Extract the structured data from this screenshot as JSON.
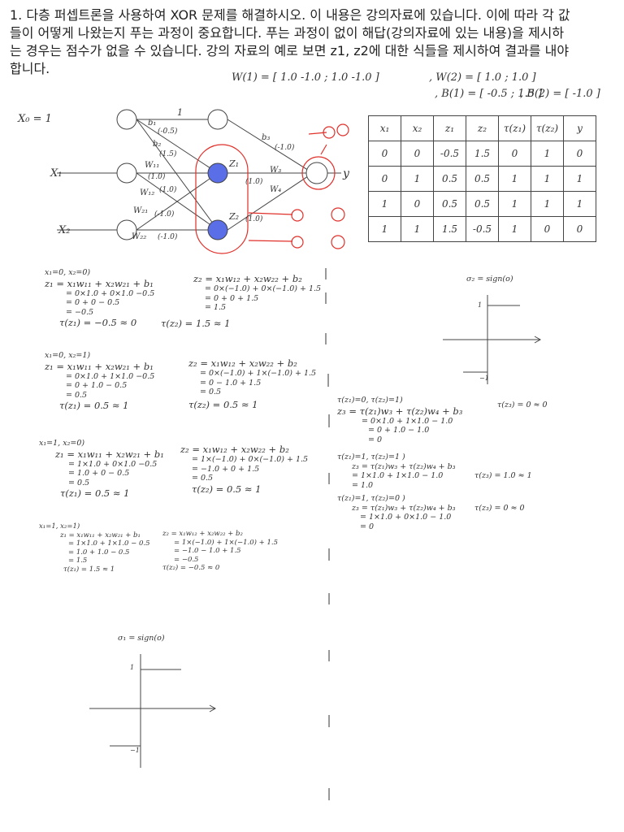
{
  "question": {
    "lines": [
      "1. 다층 퍼셉트론을 사용하여 XOR 문제를 해결하시오. 이 내용은 강의자료에 있습니다. 이에 따라 각 값",
      "들이 어떻게 나왔는지 푸는 과정이 중요합니다. 푸는 과정이 없이 해답(강의자료에 있는 내용)을 제시하",
      "는 경우는 점수가 없을 수 있습니다. 강의 자료의 예로 보면 z1, z2에 대한 식들을 제시하여 결과를 내야",
      "합니다."
    ]
  },
  "matrices": {
    "w1": "W(1) = [ 1.0  -1.0 ; 1.0  -1.0 ]",
    "w2": ", W(2) = [ 1.0 ; 1.0 ]",
    "b1": ", B(1) = [ -0.5 ; 1.5 ]",
    "b2": ", B(2) = [ -1.0 ]"
  },
  "network": {
    "inputs": [
      "X₀ = 1",
      "X₁",
      "X₂"
    ],
    "hidden": [
      "Z₁",
      "Z₂"
    ],
    "output": "y",
    "bias_hidden_label": "1",
    "weights": [
      {
        "name": "b1",
        "label": "b₁",
        "value": "(-0.5)"
      },
      {
        "name": "b2",
        "label": "b₂",
        "value": "(1.5)"
      },
      {
        "name": "w11",
        "label": "W₁₁",
        "value": "(1.0)"
      },
      {
        "name": "w12",
        "label": "W₁₂",
        "value": "(1.0)"
      },
      {
        "name": "w21",
        "label": "W₂₁",
        "value": "(-1.0)"
      },
      {
        "name": "w22",
        "label": "W₂₂",
        "value": "(-1.0)"
      },
      {
        "name": "b3",
        "label": "b₃",
        "value": "(-1.0)"
      },
      {
        "name": "w3",
        "label": "W₃",
        "value": "(1.0)"
      },
      {
        "name": "w4",
        "label": "W₄",
        "value": "(1.0)"
      }
    ]
  },
  "colors": {
    "red_ink": "#e0302a",
    "hidden_node": "#5a6ee8",
    "line": "#444444"
  },
  "truth_table": {
    "headers": [
      "x₁",
      "x₂",
      "z₁",
      "z₂",
      "τ(z₁)",
      "τ(z₂)",
      "y"
    ],
    "rows": [
      [
        "0",
        "0",
        "-0.5",
        "1.5",
        "0",
        "1",
        "0"
      ],
      [
        "0",
        "1",
        "0.5",
        "0.5",
        "1",
        "1",
        "1"
      ],
      [
        "1",
        "0",
        "0.5",
        "0.5",
        "1",
        "1",
        "1"
      ],
      [
        "1",
        "1",
        "1.5",
        "-0.5",
        "1",
        "0",
        "0"
      ]
    ]
  },
  "work": {
    "c1": [
      "x₁=0, x₂=0)",
      "z₁ = x₁w₁₁ + x₂w₂₁ + b₁",
      "= 0×1.0 + 0×1.0 −0.5",
      "= 0 + 0 − 0.5",
      "= −0.5",
      "τ(z₁) = −0.5 ≈ 0"
    ],
    "c2": [
      "z₂ = x₁w₁₂ + x₂w₂₂ + b₂",
      "= 0×(−1.0) + 0×(−1.0) + 1.5",
      "= 0 + 0 + 1.5",
      "= 1.5",
      "τ(z₂) = 1.5 ≈ 1"
    ],
    "c3": [
      "x₁=0, x₂=1)",
      "z₁ = x₁w₁₁ + x₂w₂₁ + b₁",
      "= 0×1.0 + 1×1.0 −0.5",
      "= 0 + 1.0 − 0.5",
      "= 0.5",
      "τ(z₁) = 0.5 ≈ 1"
    ],
    "c4": [
      "z₂ = x₁w₁₂ + x₂w₂₂ + b₂",
      "= 0×(−1.0) + 1×(−1.0) + 1.5",
      "= 0 − 1.0 + 1.5",
      "= 0.5",
      "τ(z₂) = 0.5 ≈ 1"
    ],
    "c5": [
      "x₁=1, x₂=0)",
      "z₁ = x₁w₁₁ + x₂w₂₁ + b₁",
      "= 1×1.0 + 0×1.0 −0.5",
      "= 1.0 + 0 − 0.5",
      "= 0.5",
      "τ(z₁) = 0.5 ≈ 1"
    ],
    "c6": [
      "z₂ = x₁w₁₂ + x₂w₂₂ + b₂",
      "= 1×(−1.0) + 0×(−1.0) + 1.5",
      "= −1.0 + 0 + 1.5",
      "= 0.5",
      "τ(z₂) = 0.5 ≈ 1"
    ],
    "c7": [
      "x₁=1, x₂=1)",
      "z₁ = x₁w₁₁ + x₂w₂₁ + b₁",
      "= 1×1.0 + 1×1.0 − 0.5",
      "= 1.0 + 1.0 − 0.5",
      "= 1.5",
      "τ(z₁) = 1.5 ≈ 1"
    ],
    "c8": [
      "z₂ = x₁w₁₂ + x₂w₂₂ + b₂",
      "= 1×(−1.0) + 1×(−1.0) + 1.5",
      "= −1.0 − 1.0 + 1.5",
      "= −0.5",
      "τ(z₂) = −0.5 ≈ 0"
    ],
    "r1": [
      "τ(z₁)=0, τ(z₂)=1)",
      "z₃ = τ(z₁)w₃ + τ(z₂)w₄ + b₃",
      "= 0×1.0 + 1×1.0 − 1.0",
      "= 0 + 1.0 − 1.0",
      "= 0"
    ],
    "r1_result": "τ(z₃) = 0 ≈ 0",
    "r2": [
      "τ(z₁)=1, τ(z₂)=1 )",
      "z₃ = τ(z₁)w₃ + τ(z₂)w₄ + b₃",
      "= 1×1.0 + 1×1.0 − 1.0",
      "= 1.0"
    ],
    "r2_result": "τ(z₃) = 1.0 ≈ 1",
    "r3": [
      "τ(z₁)=1, τ(z₂)=0 )",
      "z₃ = τ(z₁)w₃ + τ(z₂)w₄ + b₃",
      "= 1×1.0 + 0×1.0 − 1.0",
      "= 0"
    ],
    "r3_result": "τ(z₃) = 0 ≈ 0"
  },
  "sign_plots": {
    "top": {
      "title": "σ₂ = sign(o)",
      "ticks": [
        "1",
        "−1"
      ]
    },
    "bottom": {
      "title": "σ₁ = sign(o)",
      "ticks": [
        "1",
        "−1"
      ]
    }
  }
}
